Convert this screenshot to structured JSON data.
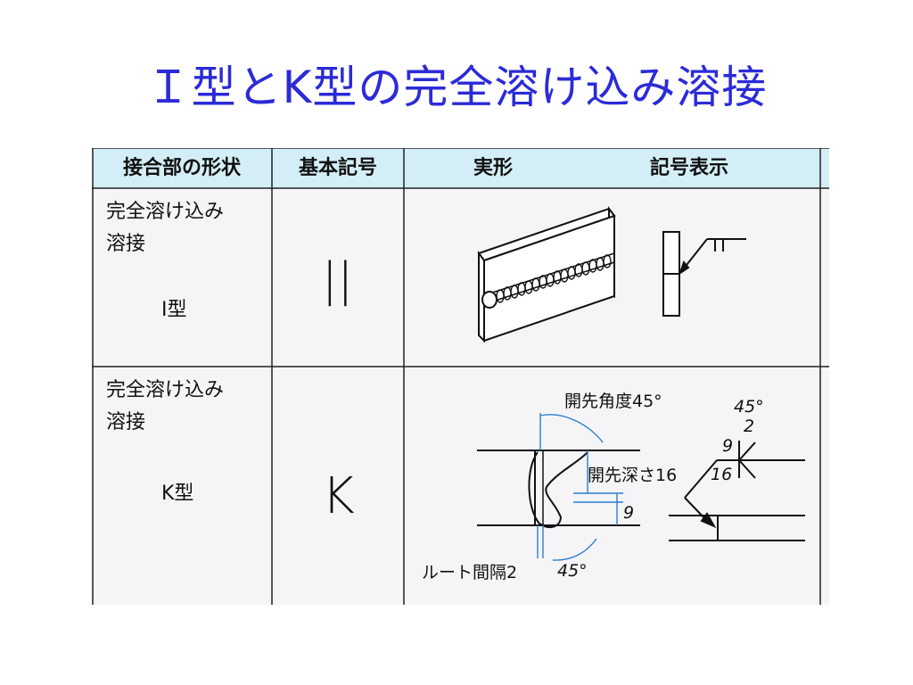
{
  "title": "Ｉ型とK型の完全溶け込み溶接",
  "table": {
    "headers": {
      "shape": "接合部の形状",
      "basic_symbol": "基本記号",
      "actual": "実形",
      "notation": "記号表示"
    },
    "rows": [
      {
        "joint_line1": "完全溶け込み",
        "joint_line2": "溶接",
        "type": "I型",
        "basic_symbol": "||"
      },
      {
        "joint_line1": "完全溶け込み",
        "joint_line2": "溶接",
        "type": "K型",
        "basic_symbol": "K"
      }
    ],
    "k_annotations": {
      "groove_angle": "開先角度45°",
      "groove_depth": "開先深さ16",
      "root_gap": "ルート間隔2",
      "angle_bottom": "45°",
      "depth_small": "9",
      "sym_angle": "45°",
      "sym_gap": "2",
      "sym_9": "9",
      "sym_16": "16"
    }
  }
}
